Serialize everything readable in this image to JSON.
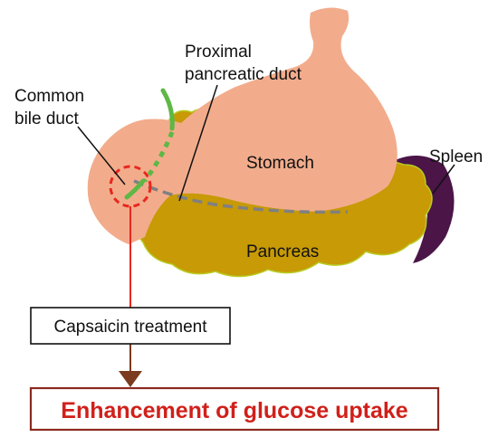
{
  "labels": {
    "proximal_line1": "Proximal",
    "proximal_line2": "pancreatic duct",
    "common_line1": "Common",
    "common_line2": "bile duct",
    "stomach": "Stomach",
    "spleen": "Spleen",
    "pancreas": "Pancreas"
  },
  "treatment_box": {
    "label": "Capsaicin treatment"
  },
  "result_box": {
    "label": "Enhancement of glucose uptake"
  },
  "colors": {
    "stomach": "#f2ac8c",
    "pancreas": "#c79a06",
    "pancreas_edge": "#b8cc22",
    "spleen": "#4b1548",
    "bile_duct": "#5db845",
    "pancreatic_duct": "#808080",
    "highlight_circle": "#e8281e",
    "arrow": "#7a3b1e",
    "result_border": "#8b2a20",
    "result_text": "#d0201a",
    "box_border": "#111111"
  }
}
